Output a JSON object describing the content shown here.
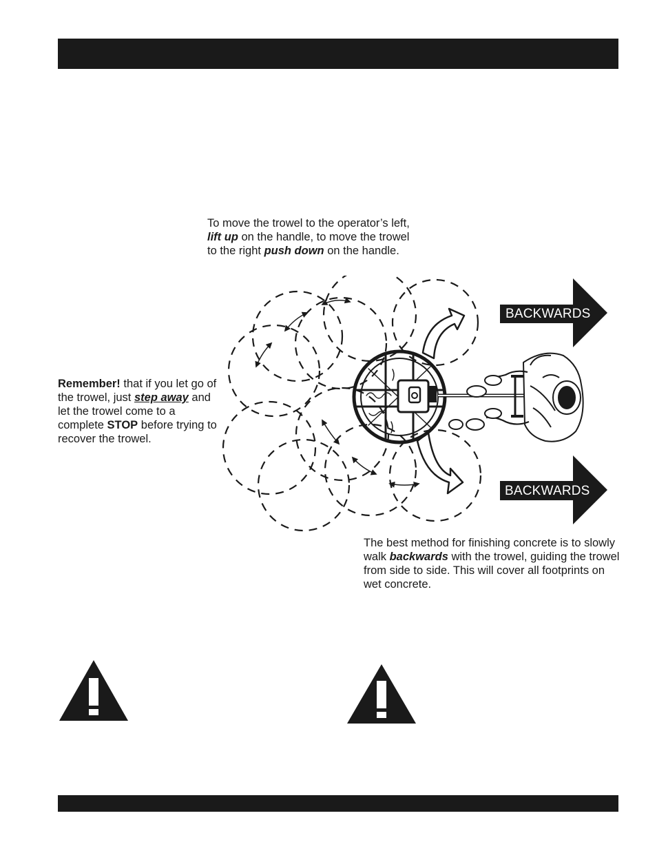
{
  "instructions": {
    "top": {
      "t1": "To move the trowel to the operator’s left, ",
      "lift_up": "lift up",
      "t2": " on the handle, to move the trowel to the right ",
      "push_down": "push down",
      "t3": " on the handle."
    },
    "left": {
      "remember": "Remember!",
      "t1": " that if you let go of the trowel, just ",
      "step_away": "step away",
      "t2": " and let the trowel come to a complete ",
      "stop": "STOP",
      "t3": " before trying to recover the trowel."
    },
    "bottom": {
      "t1": "The best method for finishing concrete is to slowly walk ",
      "backwards": "backwards",
      "t2": " with the trowel, guiding the trowel from side to side. This will cover all footprints on wet concrete."
    }
  },
  "arrows": {
    "top_label": "BACKWARDS",
    "bottom_label": "BACKWARDS"
  },
  "icons": {
    "warning_left": "warning-triangle-icon",
    "warning_right": "warning-triangle-icon"
  },
  "colors": {
    "ink": "#1a1a1a",
    "paper": "#ffffff"
  }
}
